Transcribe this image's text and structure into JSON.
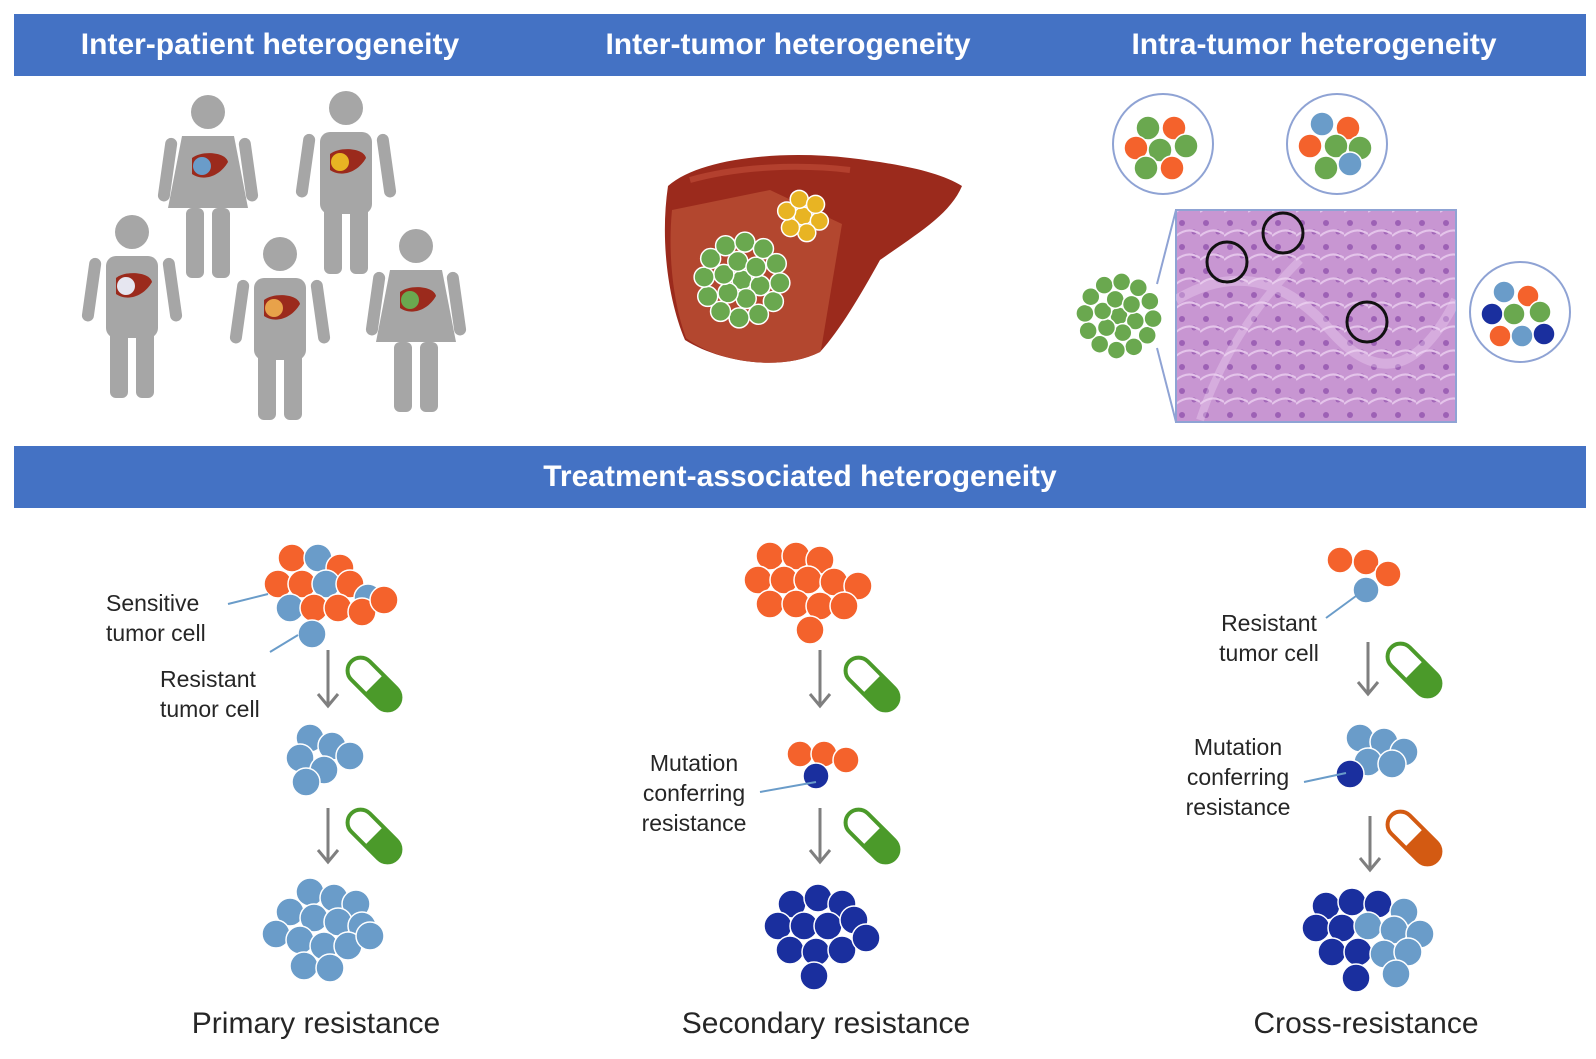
{
  "header": {
    "panel1_title": "Inter-patient heterogeneity",
    "panel2_title": "Inter-tumor heterogeneity",
    "panel3_title": "Intra-tumor heterogeneity"
  },
  "treatment": {
    "title": "Treatment-associated heterogeneity",
    "primary": {
      "sensitive_label": "Sensitive\ntumor cell",
      "resistant_label": "Resistant\ntumor cell",
      "caption": "Primary resistance"
    },
    "secondary": {
      "mutation_label": "Mutation\nconferring\nresistance",
      "caption": "Secondary resistance"
    },
    "cross": {
      "resistant_label": "Resistant\ntumor cell",
      "mutation_label": "Mutation\nconferring\nresistance",
      "caption": "Cross-resistance"
    }
  },
  "colors": {
    "band": "#4472c4",
    "orange_cell": "#f4622c",
    "lightblue_cell": "#6a9cc9",
    "darkblue_cell": "#1a2f9e",
    "green_cell": "#6aa84f",
    "yellow_cell": "#e8b423",
    "person": "#a6a6a6",
    "pill_green": "#4b9a2a",
    "pill_orange": "#d35a12",
    "liver": "#9b2a1c",
    "histology": "#c58fd0"
  }
}
